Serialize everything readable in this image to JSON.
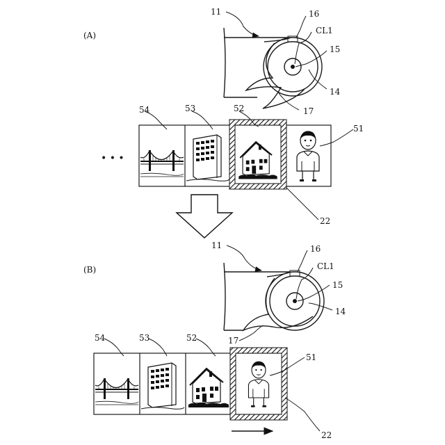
{
  "figure": {
    "panel_a": {
      "section_label": "(A)",
      "refs": {
        "belt": "11",
        "slot": "16",
        "axis": "CL1",
        "hub": "15",
        "drum": "14",
        "guide": "17",
        "frame": "22",
        "photo_person": "51",
        "photo_house": "52",
        "photo_building": "53",
        "photo_bridge": "54"
      },
      "ellipsis": "• • •"
    },
    "panel_b": {
      "section_label": "(B)",
      "refs": {
        "belt": "11",
        "slot": "16",
        "axis": "CL1",
        "hub": "15",
        "drum": "14",
        "guide": "17",
        "frame": "22",
        "photo_person": "51",
        "photo_house": "52",
        "photo_building": "53",
        "photo_bridge": "54"
      }
    },
    "transition": "down-arrow",
    "motion": "right-arrow"
  }
}
